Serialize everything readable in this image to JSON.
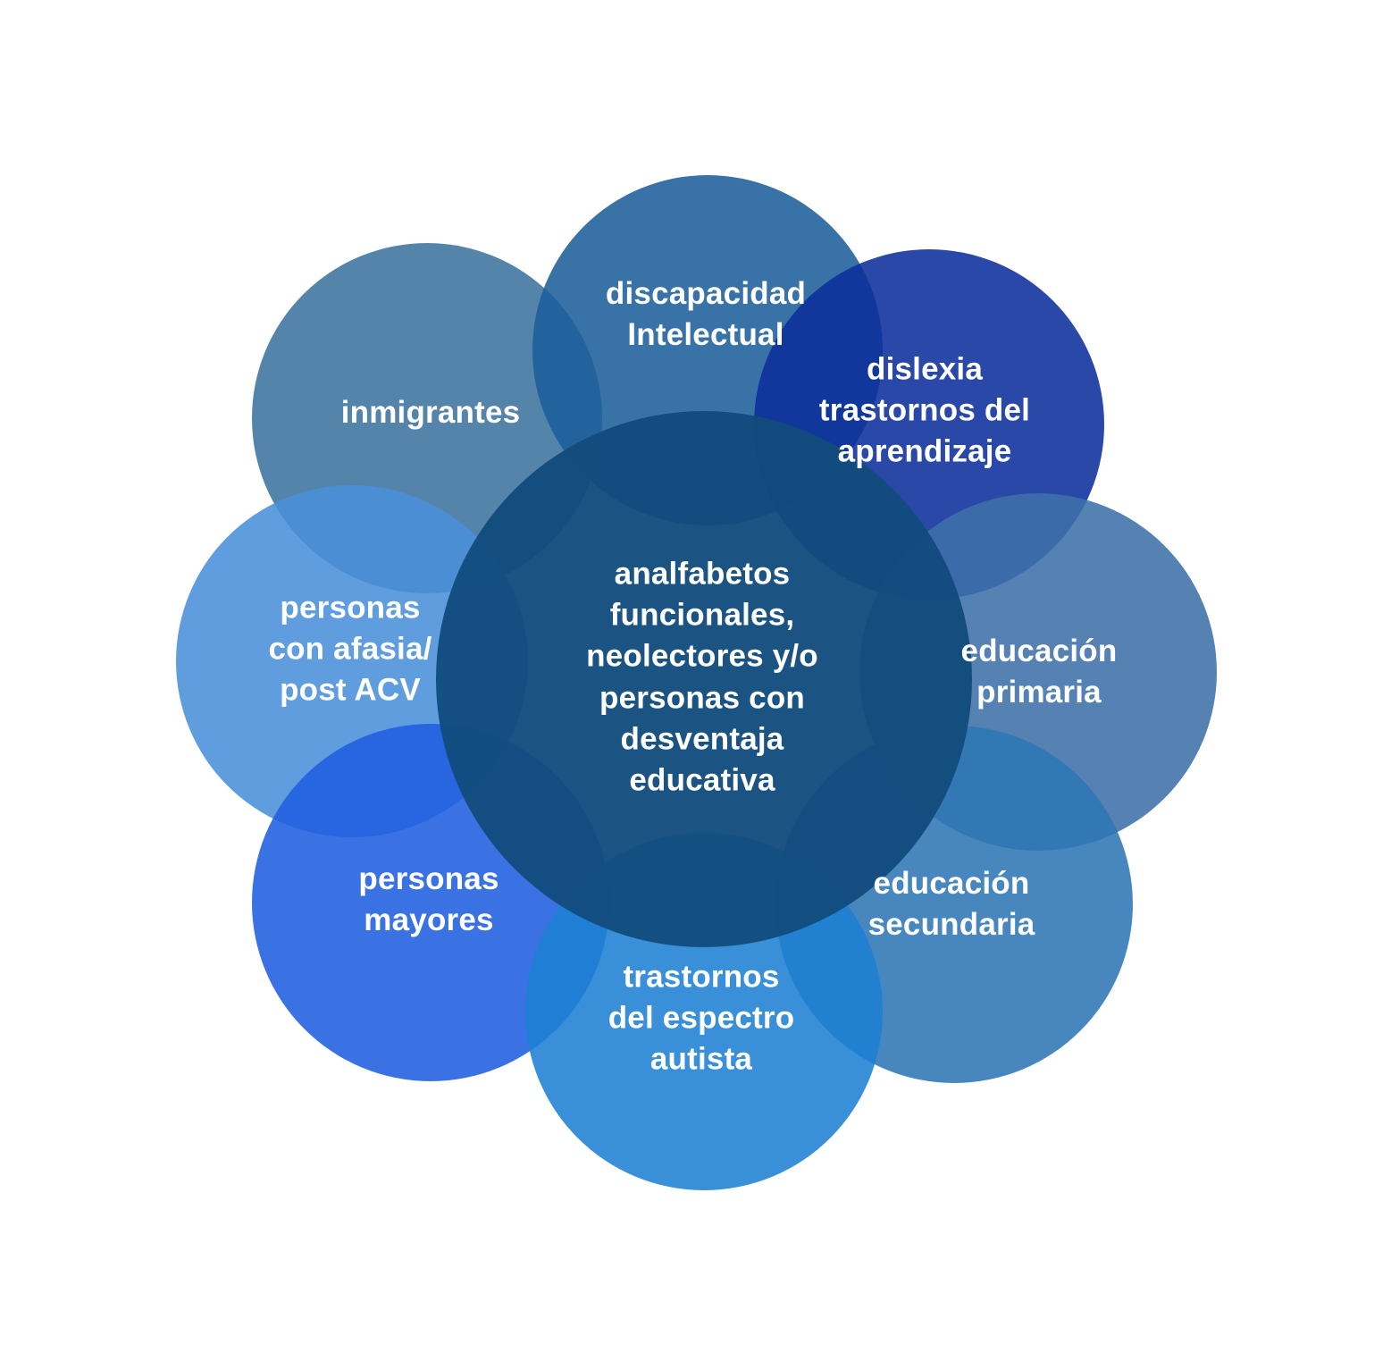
{
  "diagram": {
    "title": "target-groups-venn",
    "background_color": "#ffffff",
    "text_color": "#ffffff",
    "center": {
      "label": "analfabetos\nfuncionales,\nneolectores y/o\npersonas con\ndesventaja\neducativa",
      "color": "#124c7d"
    },
    "circles": [
      {
        "id": "inmigrantes",
        "label": "inmigrantes",
        "color": "#3d739f"
      },
      {
        "id": "discapacidad-intelectual",
        "label": "discapacidad\nIntelectual",
        "color": "#1d5f9b"
      },
      {
        "id": "dislexia-aprendizaje",
        "label": "dislexia\ntrastornos del\naprendizaje",
        "color": "#0d2f9b"
      },
      {
        "id": "educacion-primaria",
        "label": "educación\nprimaria",
        "color": "#3d6fa9"
      },
      {
        "id": "educacion-secundaria",
        "label": "educación\nsecundaria",
        "color": "#2e76b5"
      },
      {
        "id": "espectro-autista",
        "label": "trastornos\ndel espectro\nautista",
        "color": "#1e7fd3"
      },
      {
        "id": "personas-mayores",
        "label": "personas\nmayores",
        "color": "#1f5fe0"
      },
      {
        "id": "afasia-post-acv",
        "label": "personas\ncon afasia/\npost ACV",
        "color": "#4a90da"
      }
    ]
  }
}
